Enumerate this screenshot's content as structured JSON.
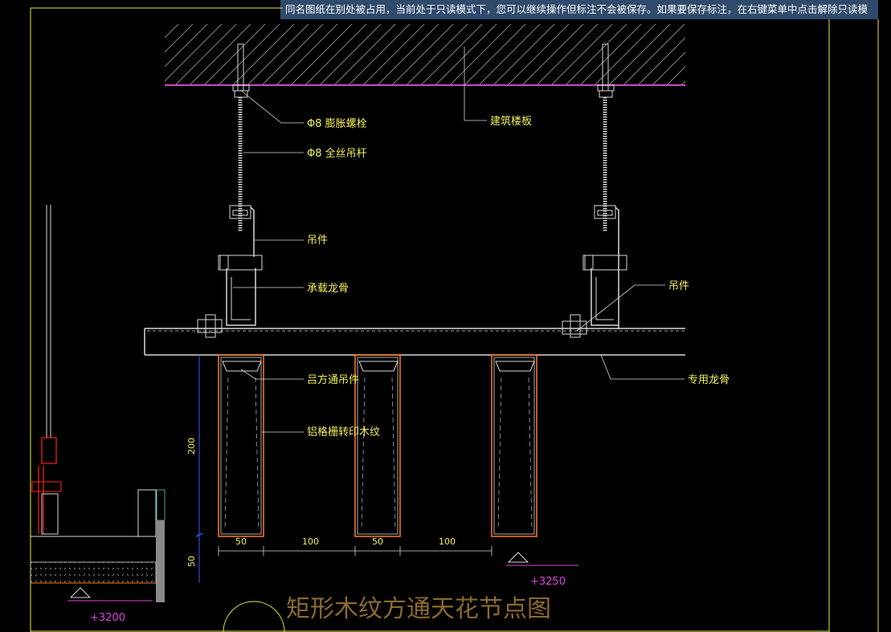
{
  "banner": {
    "text": "同名图纸在别处被占用，当前处于只读模式下，您可以继续操作但标注不会被保存。如果要保存标注，在右键菜单中点击解除只读模"
  },
  "labels": {
    "expansion_bolt": "Φ8 膨胀螺栓",
    "threaded_rod": "Φ8 全丝吊杆",
    "hanger_left": "吊件",
    "main_keel": "承载龙骨",
    "hanger_right": "吊件",
    "building_slab": "建筑楼板",
    "special_keel": "专用龙骨",
    "square_tube_hanger": "吕方通吊件",
    "aluminum_grille": "铝格栅转印木纹"
  },
  "dimensions": {
    "height_200": "200",
    "height_50": "50",
    "w1": "50",
    "w2": "100",
    "w3": "50",
    "w4": "100"
  },
  "elevations": {
    "left": "+3200",
    "right": "+3250"
  },
  "title": "矩形木纹方通天花节点图",
  "colors": {
    "background": "#000000",
    "label": "#f3f05a",
    "frame": "#e8e84a",
    "steel": "#d8d8d8",
    "slab_line": "#c848c8",
    "elevation": "#e046e0",
    "grille_outline": "#ff7a2a",
    "red_detail": "#ff2020",
    "dimension_line": "#3a5aff"
  }
}
